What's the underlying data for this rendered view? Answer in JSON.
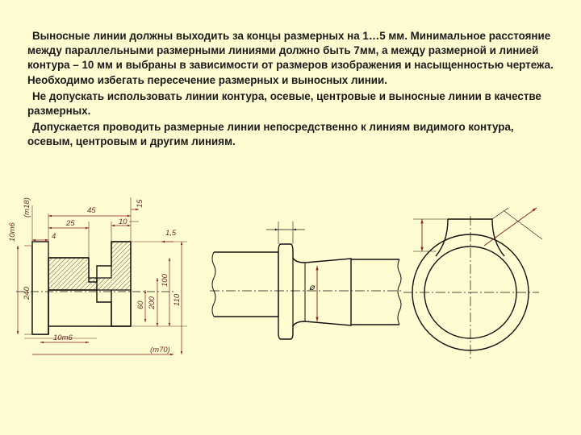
{
  "paragraphs": [
    "Выносные линии должны выходить за концы размерных на 1…5 мм. Минимальное расстояние между параллельными размерными линиями должно быть 7мм, а между размерной и линией контура – 10 мм и выбраны в зависимости от размеров изображения и насыщенностью чертежа.  Необходимо избегать пересечение размерных и выносных линии.",
    "Не допускать использовать линии контура, осевые, центровые и выносные линии в качестве размерных.",
    "Допускается проводить размерные линии непосредственно к линиям видимого контура, осевым, центровым и другим линиям."
  ],
  "drawing1_labels": {
    "dim_45": "45",
    "dim_25": "25",
    "dim_15_top": "15",
    "dim_15_right": "1,5",
    "dim_10": "10",
    "dim_4": "4",
    "dim_240": "240",
    "dim_60": "60",
    "dim_200": "200",
    "dim_100": "100",
    "dim_110": "110",
    "side_top": "(m18)",
    "side_mid": "10m6",
    "bottom_1": "10m6",
    "bottom_2": "(m70)"
  },
  "drawing2_labels": {
    "diameter": "⌀"
  },
  "colors": {
    "background": "#fefcd0",
    "line": "#111111",
    "dimension": "#8a1a1a",
    "hatch_fill": "#eeeeee"
  }
}
